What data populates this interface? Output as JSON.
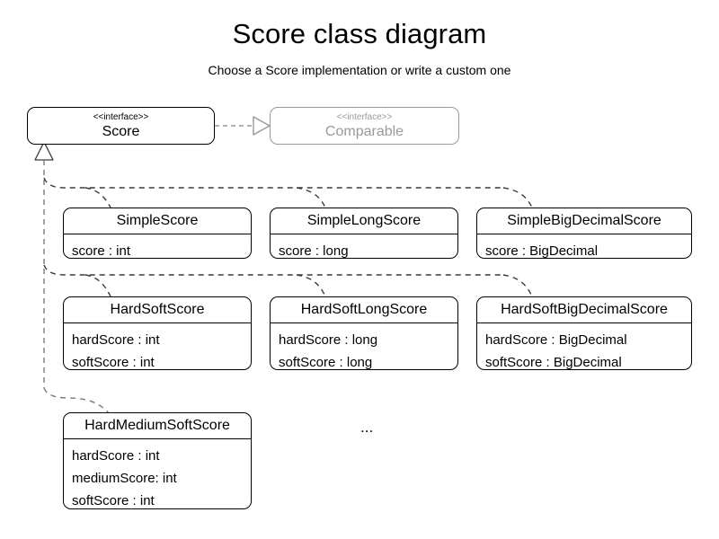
{
  "header": {
    "title": "Score class diagram",
    "subtitle": "Choose a Score implementation or write a custom one"
  },
  "colors": {
    "node_border": "#000000",
    "node_text": "#000000",
    "muted_border": "#999999",
    "muted_text": "#999999",
    "edge": "#555555",
    "background": "#ffffff"
  },
  "interfaces": [
    {
      "id": "score",
      "stereotype": "<<interface>>",
      "name": "Score",
      "muted": false
    },
    {
      "id": "comparable",
      "stereotype": "<<interface>>",
      "name": "Comparable",
      "muted": true
    }
  ],
  "classes": [
    {
      "id": "simple-score",
      "name": "SimpleScore",
      "attributes": [
        "score : int"
      ]
    },
    {
      "id": "simple-long-score",
      "name": "SimpleLongScore",
      "attributes": [
        "score : long"
      ]
    },
    {
      "id": "simple-big-decimal-score",
      "name": "SimpleBigDecimalScore",
      "attributes": [
        "score : BigDecimal"
      ]
    },
    {
      "id": "hard-soft-score",
      "name": "HardSoftScore",
      "attributes": [
        "hardScore : int",
        "softScore : int"
      ]
    },
    {
      "id": "hard-soft-long-score",
      "name": "HardSoftLongScore",
      "attributes": [
        "hardScore : long",
        "softScore : long"
      ]
    },
    {
      "id": "hard-soft-big-decimal-score",
      "name": "HardSoftBigDecimalScore",
      "attributes": [
        "hardScore : BigDecimal",
        "softScore : BigDecimal"
      ]
    },
    {
      "id": "hard-medium-soft-score",
      "name": "HardMediumSoftScore",
      "attributes": [
        "hardScore : int",
        "mediumScore: int",
        "softScore : int"
      ]
    }
  ],
  "more_indicator": "...",
  "relationships": {
    "realization": {
      "from": "Score",
      "to": "Comparable",
      "style": "dashed",
      "arrow": "hollow-triangle"
    },
    "implementations": {
      "parent": "Score",
      "style": "dashed",
      "arrow": "hollow-triangle",
      "children": [
        "SimpleScore",
        "SimpleLongScore",
        "SimpleBigDecimalScore",
        "HardSoftScore",
        "HardSoftLongScore",
        "HardSoftBigDecimalScore",
        "HardMediumSoftScore"
      ]
    }
  }
}
